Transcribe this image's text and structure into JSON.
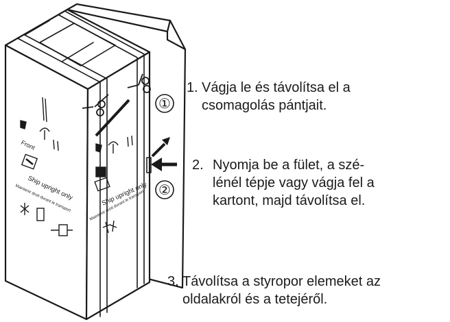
{
  "figure": {
    "box_labels": {
      "front": "Front",
      "ship_upright": "Ship upright only",
      "maintenir": "Maintenir droit durant le transport"
    },
    "callouts": {
      "one": "①",
      "two": "②"
    }
  },
  "steps": [
    {
      "number": "1.",
      "lines": [
        "Vágja le és távolítsa el a",
        "csomagolás pántjait."
      ]
    },
    {
      "number": "2.",
      "lines": [
        "Nyomja be a fület, a szé-",
        "lénél tépje vagy vágja fel a",
        "kartont, majd távolítsa el."
      ]
    },
    {
      "number": "3.",
      "lines": [
        "Távolítsa a styropor elemeket az",
        "oldalakról és a tetejéről."
      ]
    }
  ]
}
